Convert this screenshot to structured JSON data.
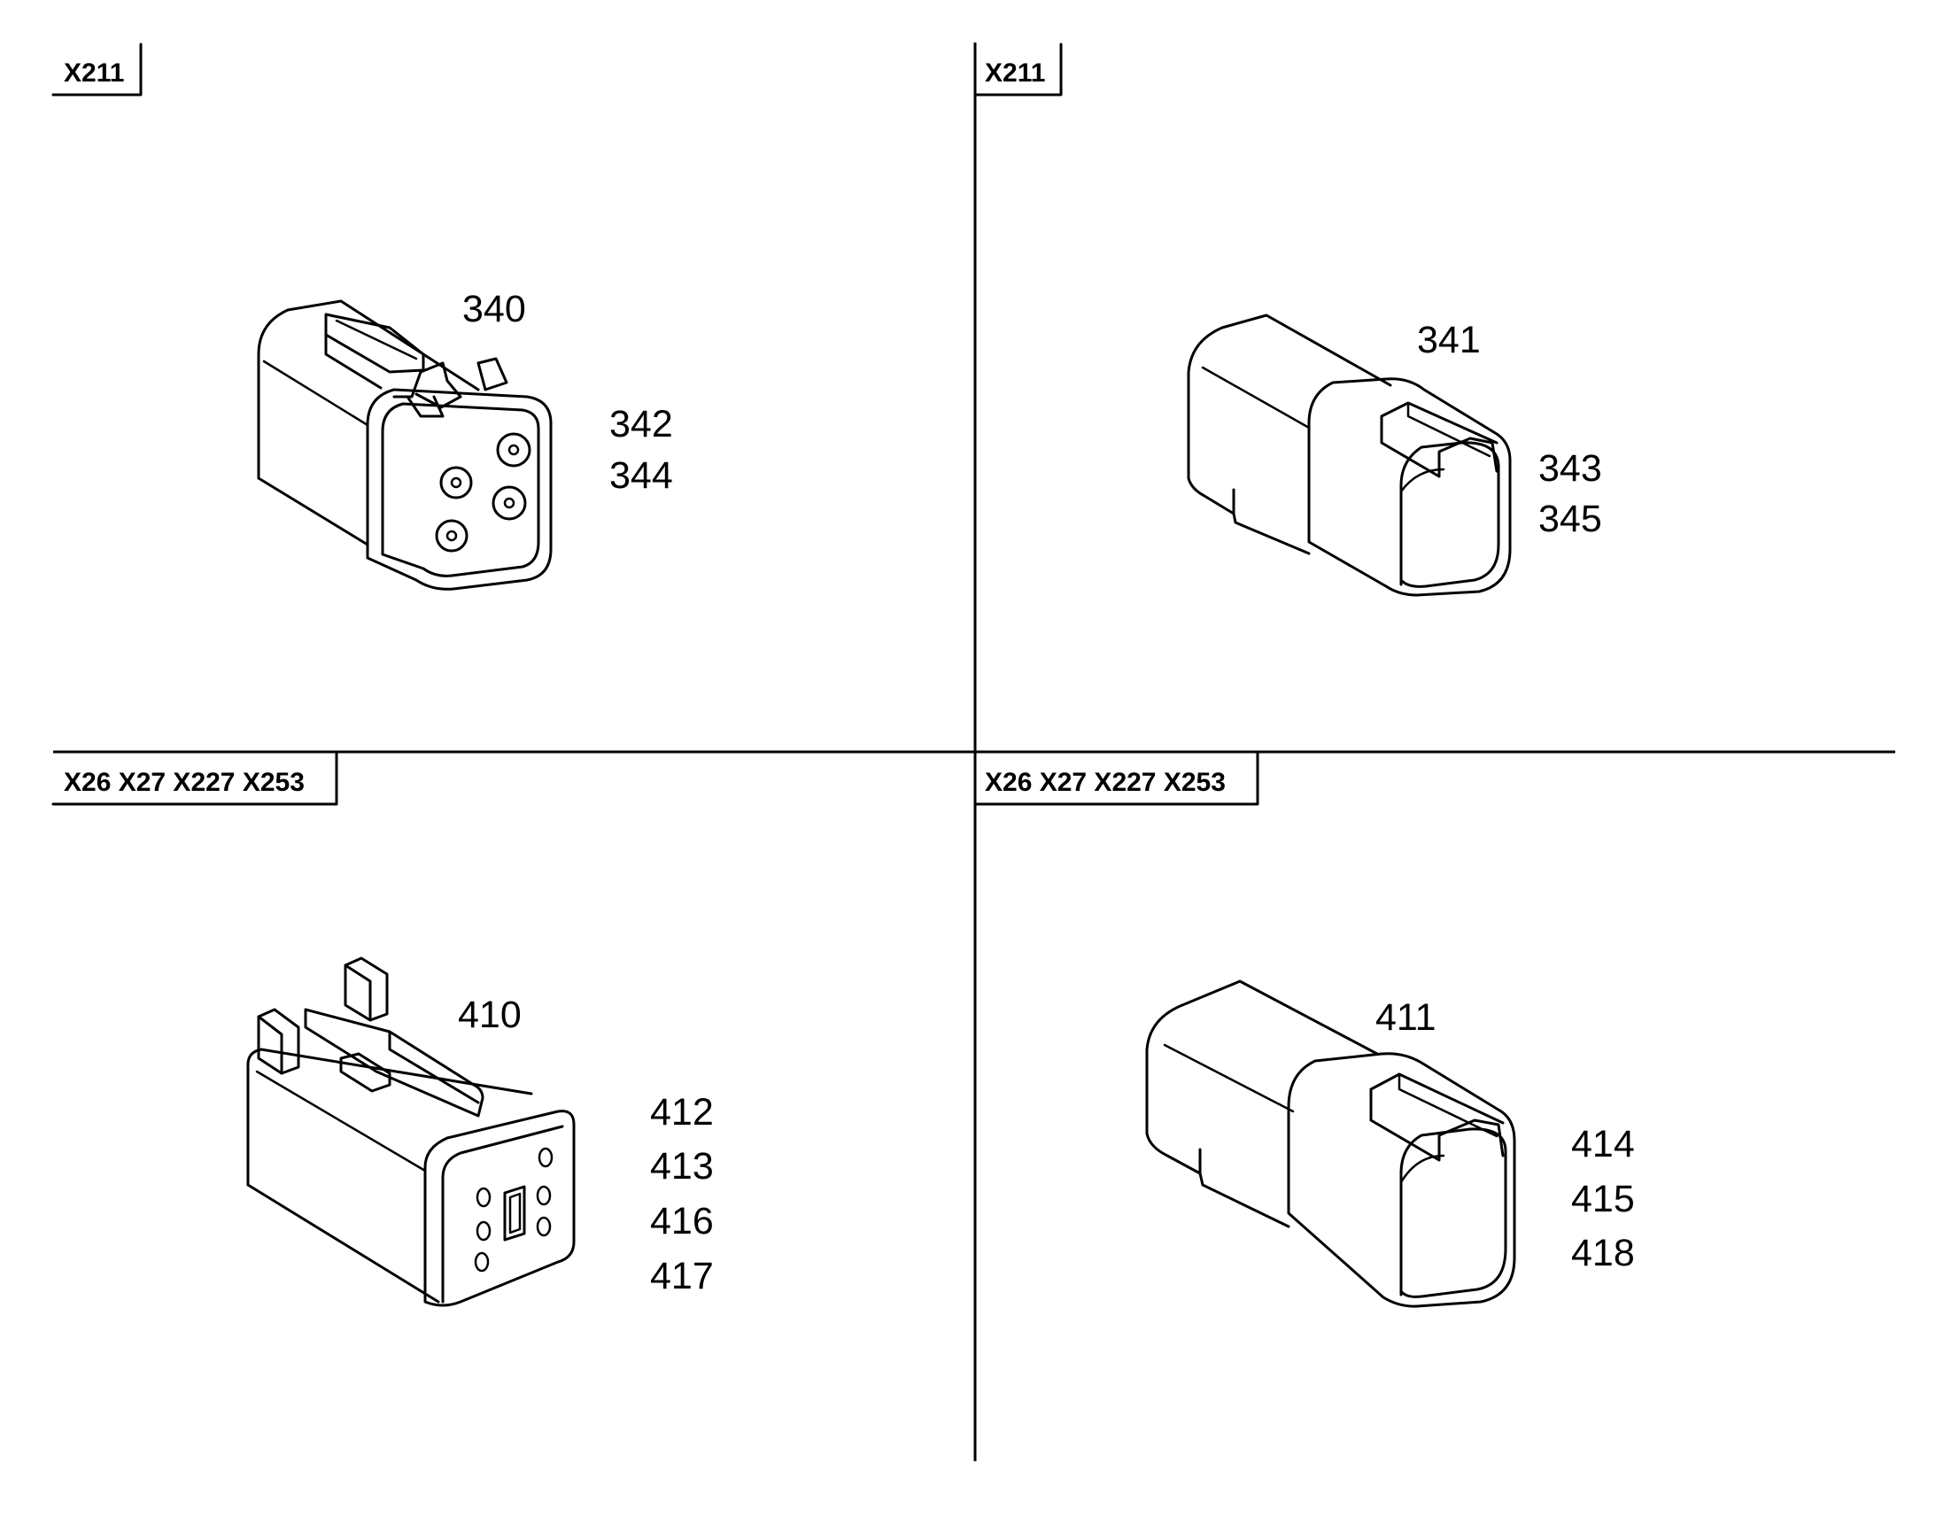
{
  "quadrants": [
    {
      "tag": "X211",
      "part": "340",
      "refs": [
        "342",
        "344"
      ]
    },
    {
      "tag": "X211",
      "part": "341",
      "refs": [
        "343",
        "345"
      ]
    },
    {
      "tag": "X26 X27 X227 X253",
      "part": "410",
      "refs": [
        "412",
        "413",
        "416",
        "417"
      ]
    },
    {
      "tag": "X26 X27 X227 X253",
      "part": "411",
      "refs": [
        "414",
        "415",
        "418"
      ]
    }
  ]
}
